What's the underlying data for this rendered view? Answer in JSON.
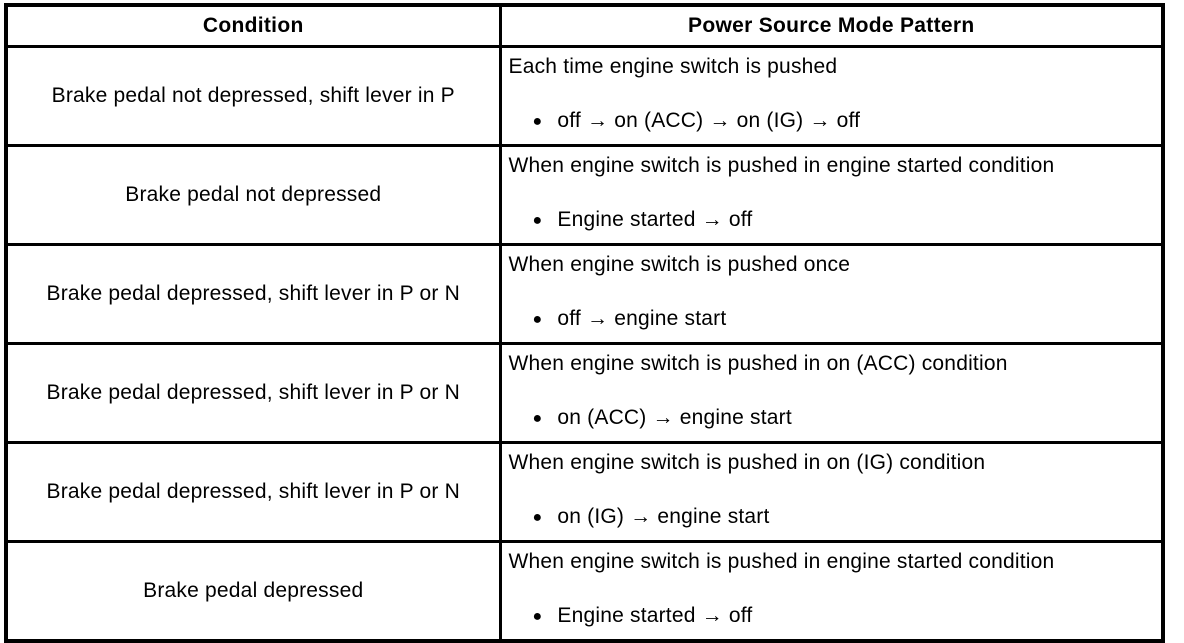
{
  "table": {
    "bullet_glyph": "●",
    "headers": {
      "condition": "Condition",
      "pattern": "Power Source Mode Pattern"
    },
    "rows": [
      {
        "condition": "Brake pedal not depressed, shift lever in P",
        "intro": "Each time engine switch is pushed",
        "bullet": "off → on (ACC) → on (IG) → off"
      },
      {
        "condition": "Brake pedal not depressed",
        "intro": "When engine switch is pushed in engine started condition",
        "bullet": "Engine started → off"
      },
      {
        "condition": "Brake pedal depressed, shift lever in P or N",
        "intro": "When engine switch is pushed once",
        "bullet": "off → engine start"
      },
      {
        "condition": "Brake pedal depressed, shift lever in P or N",
        "intro": "When engine switch is pushed in on (ACC) condition",
        "bullet": "on (ACC) → engine start"
      },
      {
        "condition": "Brake pedal depressed, shift lever in P or N",
        "intro": "When engine switch is pushed in on (IG) condition",
        "bullet": "on (IG) → engine start"
      },
      {
        "condition": "Brake pedal depressed",
        "intro": "When engine switch is pushed in engine started condition",
        "bullet": "Engine started → off"
      }
    ]
  }
}
